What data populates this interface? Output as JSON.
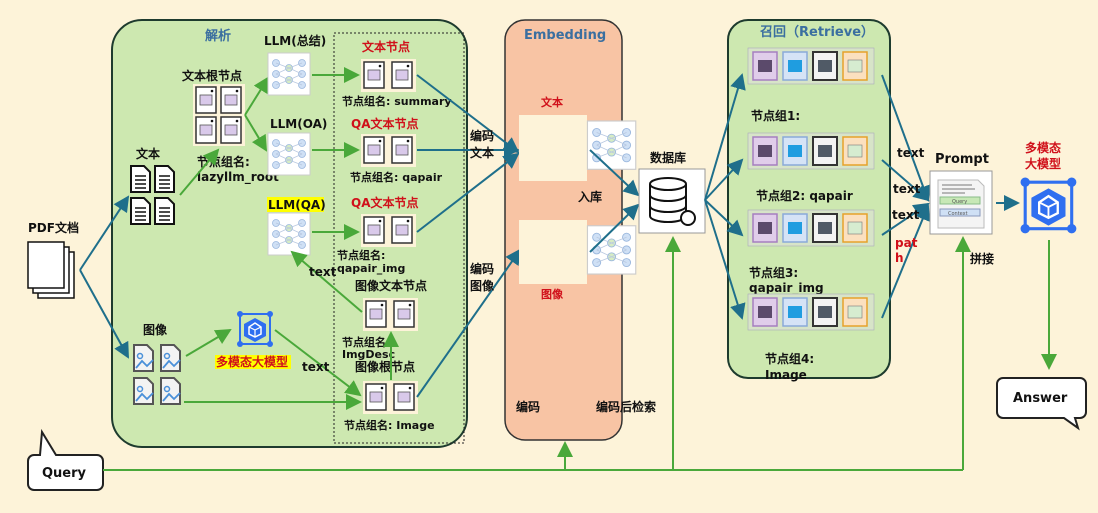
{
  "colors": {
    "background": "#fdf3d9",
    "panel_green": "#cde8b0",
    "panel_orange": "#f8c4a4",
    "arrow_green": "#4aa83a",
    "arrow_blue": "#1f6f8b",
    "label_red": "#d0101a",
    "title_blue": "#3b6fa0",
    "model_blue": "#2f6ff0"
  },
  "input": {
    "pdf": "PDF文档",
    "text": "文本",
    "image": "图像"
  },
  "parse": {
    "title": "解析",
    "root": {
      "title": "文本根节点",
      "group_label": "节点组名:",
      "group_name": "lazyllm_root"
    },
    "llm_summary": "LLM(总结)",
    "llm_qa": "LLM(OA)",
    "llm_qa_img": "LLM(QA)",
    "summary_node": {
      "title": "文本节点",
      "group": "节点组名: summary"
    },
    "qa_node": {
      "title": "QA文本节点",
      "group": "节点组名: qapair"
    },
    "qa_img_node": {
      "title": "QA文本节点",
      "group_label": "节点组名:",
      "group_name": "qapair_img"
    },
    "img_text_node": {
      "title": "图像文本节点",
      "group_label": "节点组名:",
      "group_name": "ImgDesc"
    },
    "img_root_node": {
      "title": "图像根节点",
      "group": "节点组名: Image"
    },
    "mm_model": "多模态大模型",
    "text_edge_1": "text",
    "text_edge_2": "text"
  },
  "embedding": {
    "title": "Embedding",
    "text": "文本",
    "image": "图像",
    "encode_text": [
      "编码",
      "文本"
    ],
    "encode_image": [
      "编码",
      "图像"
    ],
    "store": "入库"
  },
  "database": "数据库",
  "retrieve": {
    "title": "召回（Retrieve）",
    "groups": [
      {
        "label": "节点组1:"
      },
      {
        "label": "节点组2: qapair"
      },
      {
        "label": "节点组3:",
        "sub": "qapair_img"
      },
      {
        "label": "节点组4:",
        "sub": "Image"
      }
    ]
  },
  "edges": {
    "t1": "text",
    "t2": "text",
    "t3": "text",
    "path": [
      "pat",
      "h"
    ]
  },
  "prompt": {
    "title": "Prompt",
    "query": "Query",
    "context": "Context",
    "concat": "拼接"
  },
  "llm": [
    "多模态",
    "大模型"
  ],
  "answer": "Answer",
  "query": "Query",
  "encode": "编码",
  "encode_retrieve": "编码后检索"
}
